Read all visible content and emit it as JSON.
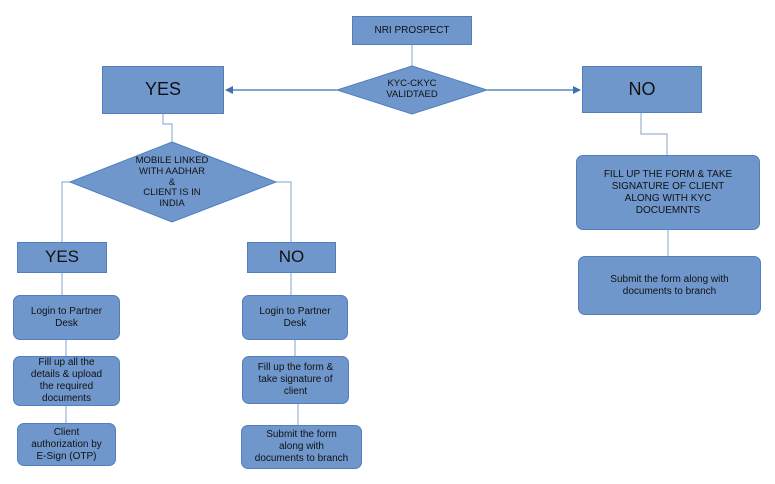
{
  "colors": {
    "fill": "#6f97cc",
    "stroke": "#4f7fbf",
    "line": "#9ab3d3",
    "arrow": "#3f6fb0"
  },
  "nodes": {
    "nri_prospect": "NRI PROSPECT",
    "kyc_decision": "KYC-CKYC\nVALIDTAED",
    "yes_top": "YES",
    "no_top": "NO",
    "mobile_decision": "MOBILE LINKED\nWITH AADHAR\n&\nCLIENT IS IN\nINDIA",
    "yes_left": "YES",
    "no_mid": "NO",
    "left_login": "Login to  Partner\nDesk",
    "left_fill": "Fill up all the\ndetails & upload\nthe required\ndocuments",
    "left_esign": "Client\nauthorization by\nE-Sign (OTP)",
    "mid_login": "Login to  Partner\nDesk",
    "mid_fill": "Fill up the form &\ntake signature of\nclient",
    "mid_submit": "Submit the form\nalong with\ndocuments to branch",
    "right_fill": "FILL UP THE FORM & TAKE\nSIGNATURE OF CLIENT\nALONG WITH KYC\nDOCUEMNTS",
    "right_submit": "Submit the form along with\ndocuments to branch"
  }
}
